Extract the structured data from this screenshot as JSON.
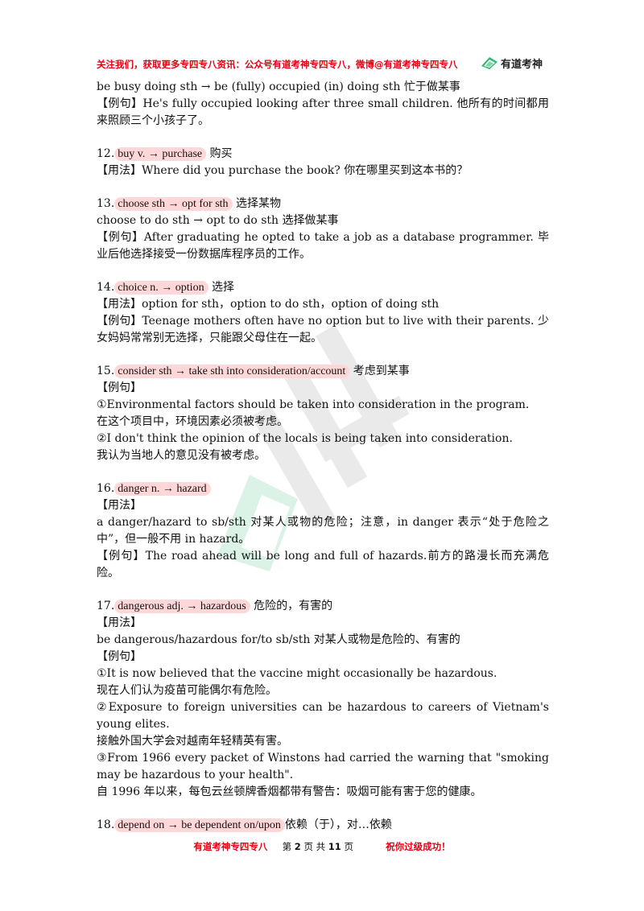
{
  "header": {
    "notice": "关注我们，获取更多专四专八资讯：公众号有道考神专四专八，微博@有道考神专四专八",
    "logo_text": "有道考神"
  },
  "lines": {
    "l1": "be busy doing sth  →  be (fully) occupied (in) doing sth 忙于做某事",
    "l2": "【例句】He's fully occupied looking after three small children.  他所有的时间都用来照顾三个小孩子了。",
    "e12_num": "12.",
    "e12_head": "buy v.  →  purchase",
    "e12_cn": " 购买",
    "e12_usage": "【用法】Where did you purchase the book?  你在哪里买到这本书的？",
    "e13_num": "13.",
    "e13_head": "choose sth  →  opt for sth",
    "e13_cn": " 选择某物",
    "e13_l2": "choose to do sth  →  opt to do sth  选择做某事",
    "e13_ex": "【例句】After graduating he opted to take a job as a database programmer.  毕业后他选择接受一份数据库程序员的工作。",
    "e14_num": "14.",
    "e14_head": "choice n.  →  option",
    "e14_cn": " 选择",
    "e14_usage": "【用法】option for sth，option to do sth，option of doing sth",
    "e14_ex": "【例句】Teenage mothers often have no option but to live with their parents.  少女妈妈常常别无选择，只能跟父母住在一起。",
    "e15_num": "15.",
    "e15_head": "consider sth  →  take sth into consideration/account",
    "e15_cn": " 考虑到某事",
    "e15_label": "【例句】",
    "e15_ex1": "①Environmental factors should be taken into consideration in the program.",
    "e15_ex1_cn": "在这个项目中，环境因素必须被考虑。",
    "e15_ex2": "②I don't think the opinion of the locals is being taken into consideration.",
    "e15_ex2_cn": "我认为当地人的意见没有被考虑。",
    "e16_num": "16.",
    "e16_head": "danger n.  →  hazard",
    "e16_label": "【用法】",
    "e16_usage": "a danger/hazard to sb/sth  对某人或物的危险；注意，in danger 表示“处于危险之中”，但一般不用 in hazard。",
    "e16_ex": "【例句】The road ahead will be long and full of hazards.前方的路漫长而充满危险。",
    "e17_num": "17.",
    "e17_head": "dangerous adj.  →  hazardous",
    "e17_cn": " 危险的，有害的",
    "e17_label": "【用法】",
    "e17_usage": "be dangerous/hazardous for/to sb/sth  对某人或物是危险的、有害的",
    "e17_ex_label": "【例句】",
    "e17_ex1": "①It is now believed that the vaccine might occasionally be hazardous.",
    "e17_ex1_cn": "现在人们认为疫苗可能偶尔有危险。",
    "e17_ex2": "②Exposure to foreign universities can be hazardous to careers of Vietnam's young elites.",
    "e17_ex2_cn": "接触外国大学会对越南年轻精英有害。",
    "e17_ex3": "③From 1966 every packet of Winstons had carried the warning that \"smoking may be hazardous to your health\".",
    "e17_ex3_cn": "自 1996 年以来，每包云丝顿牌香烟都带有警告：吸烟可能有害于您的健康。",
    "e18_num": "18.",
    "e18_head": "depend on  →  be dependent on/upon",
    "e18_cn": "依赖（于），对…依赖"
  },
  "footer": {
    "brand": "有道考神专四专八",
    "page_prefix": "第",
    "page_num": "2",
    "page_mid": "页 共",
    "page_total": "11",
    "page_suffix": "页",
    "slogan": "祝你过级成功！"
  },
  "colors": {
    "header_red": "#e60012",
    "highlight": "#ffd7d9",
    "logo_green": "#2eb872"
  }
}
